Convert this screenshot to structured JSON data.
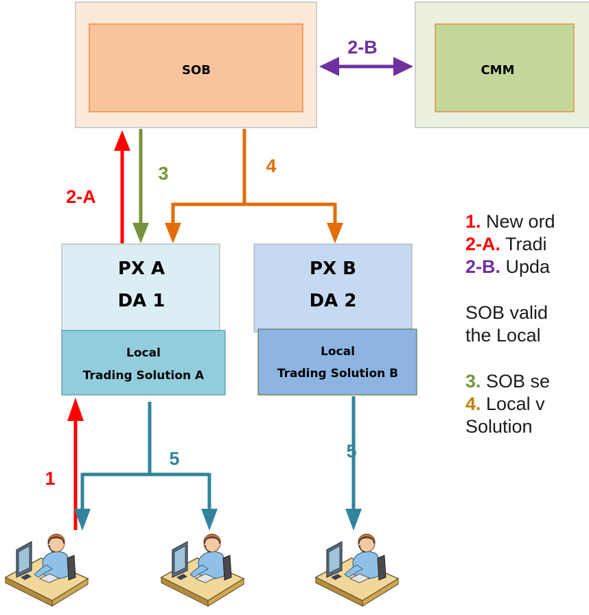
{
  "boxes": {
    "sob": "SOB",
    "cmm": "CMM",
    "px_a": {
      "line1": "PX A",
      "line2": "DA 1"
    },
    "px_b": {
      "line1": "PX B",
      "line2": "DA 2"
    },
    "local_a": {
      "line1": "Local",
      "line2": "Trading Solution A"
    },
    "local_b": {
      "line1": "Local",
      "line2": "Trading Solution B"
    }
  },
  "arrow_labels": {
    "a1": "1",
    "a2a": "2-A",
    "a2b": "2-B",
    "a3": "3",
    "a4": "4",
    "a5_left": "5",
    "a5_right": "5"
  },
  "legend": {
    "l1_num": "1.",
    "l1_text": " New ord",
    "l2_num": "2-A.",
    "l2_text": " Tradi",
    "l3_num": "2-B.",
    "l3_text": " Upda",
    "p1": "SOB valid",
    "p2": "the Local",
    "l4_num": "3.",
    "l4_text": " SOB se",
    "l5_num": "4.",
    "l5_text": " Local v",
    "l6": "Solution"
  },
  "icons": [
    "trader-workstation-icon",
    "trader-workstation-icon",
    "trader-workstation-icon"
  ],
  "colors": {
    "red": "#ff0000",
    "purple": "#7030a0",
    "green": "#77933c",
    "orange": "#e36c09",
    "teal": "#31849b",
    "gold": "#b8860b",
    "sob_outer": "#fde9d9",
    "sob_inner": "#f9c39b",
    "cmm_outer": "#ebf1de",
    "cmm_inner": "#c4d79b",
    "px_a": "#dbeef4",
    "px_b": "#c5d9f1",
    "local_a": "#92cddc",
    "local_b": "#8db4e2"
  }
}
